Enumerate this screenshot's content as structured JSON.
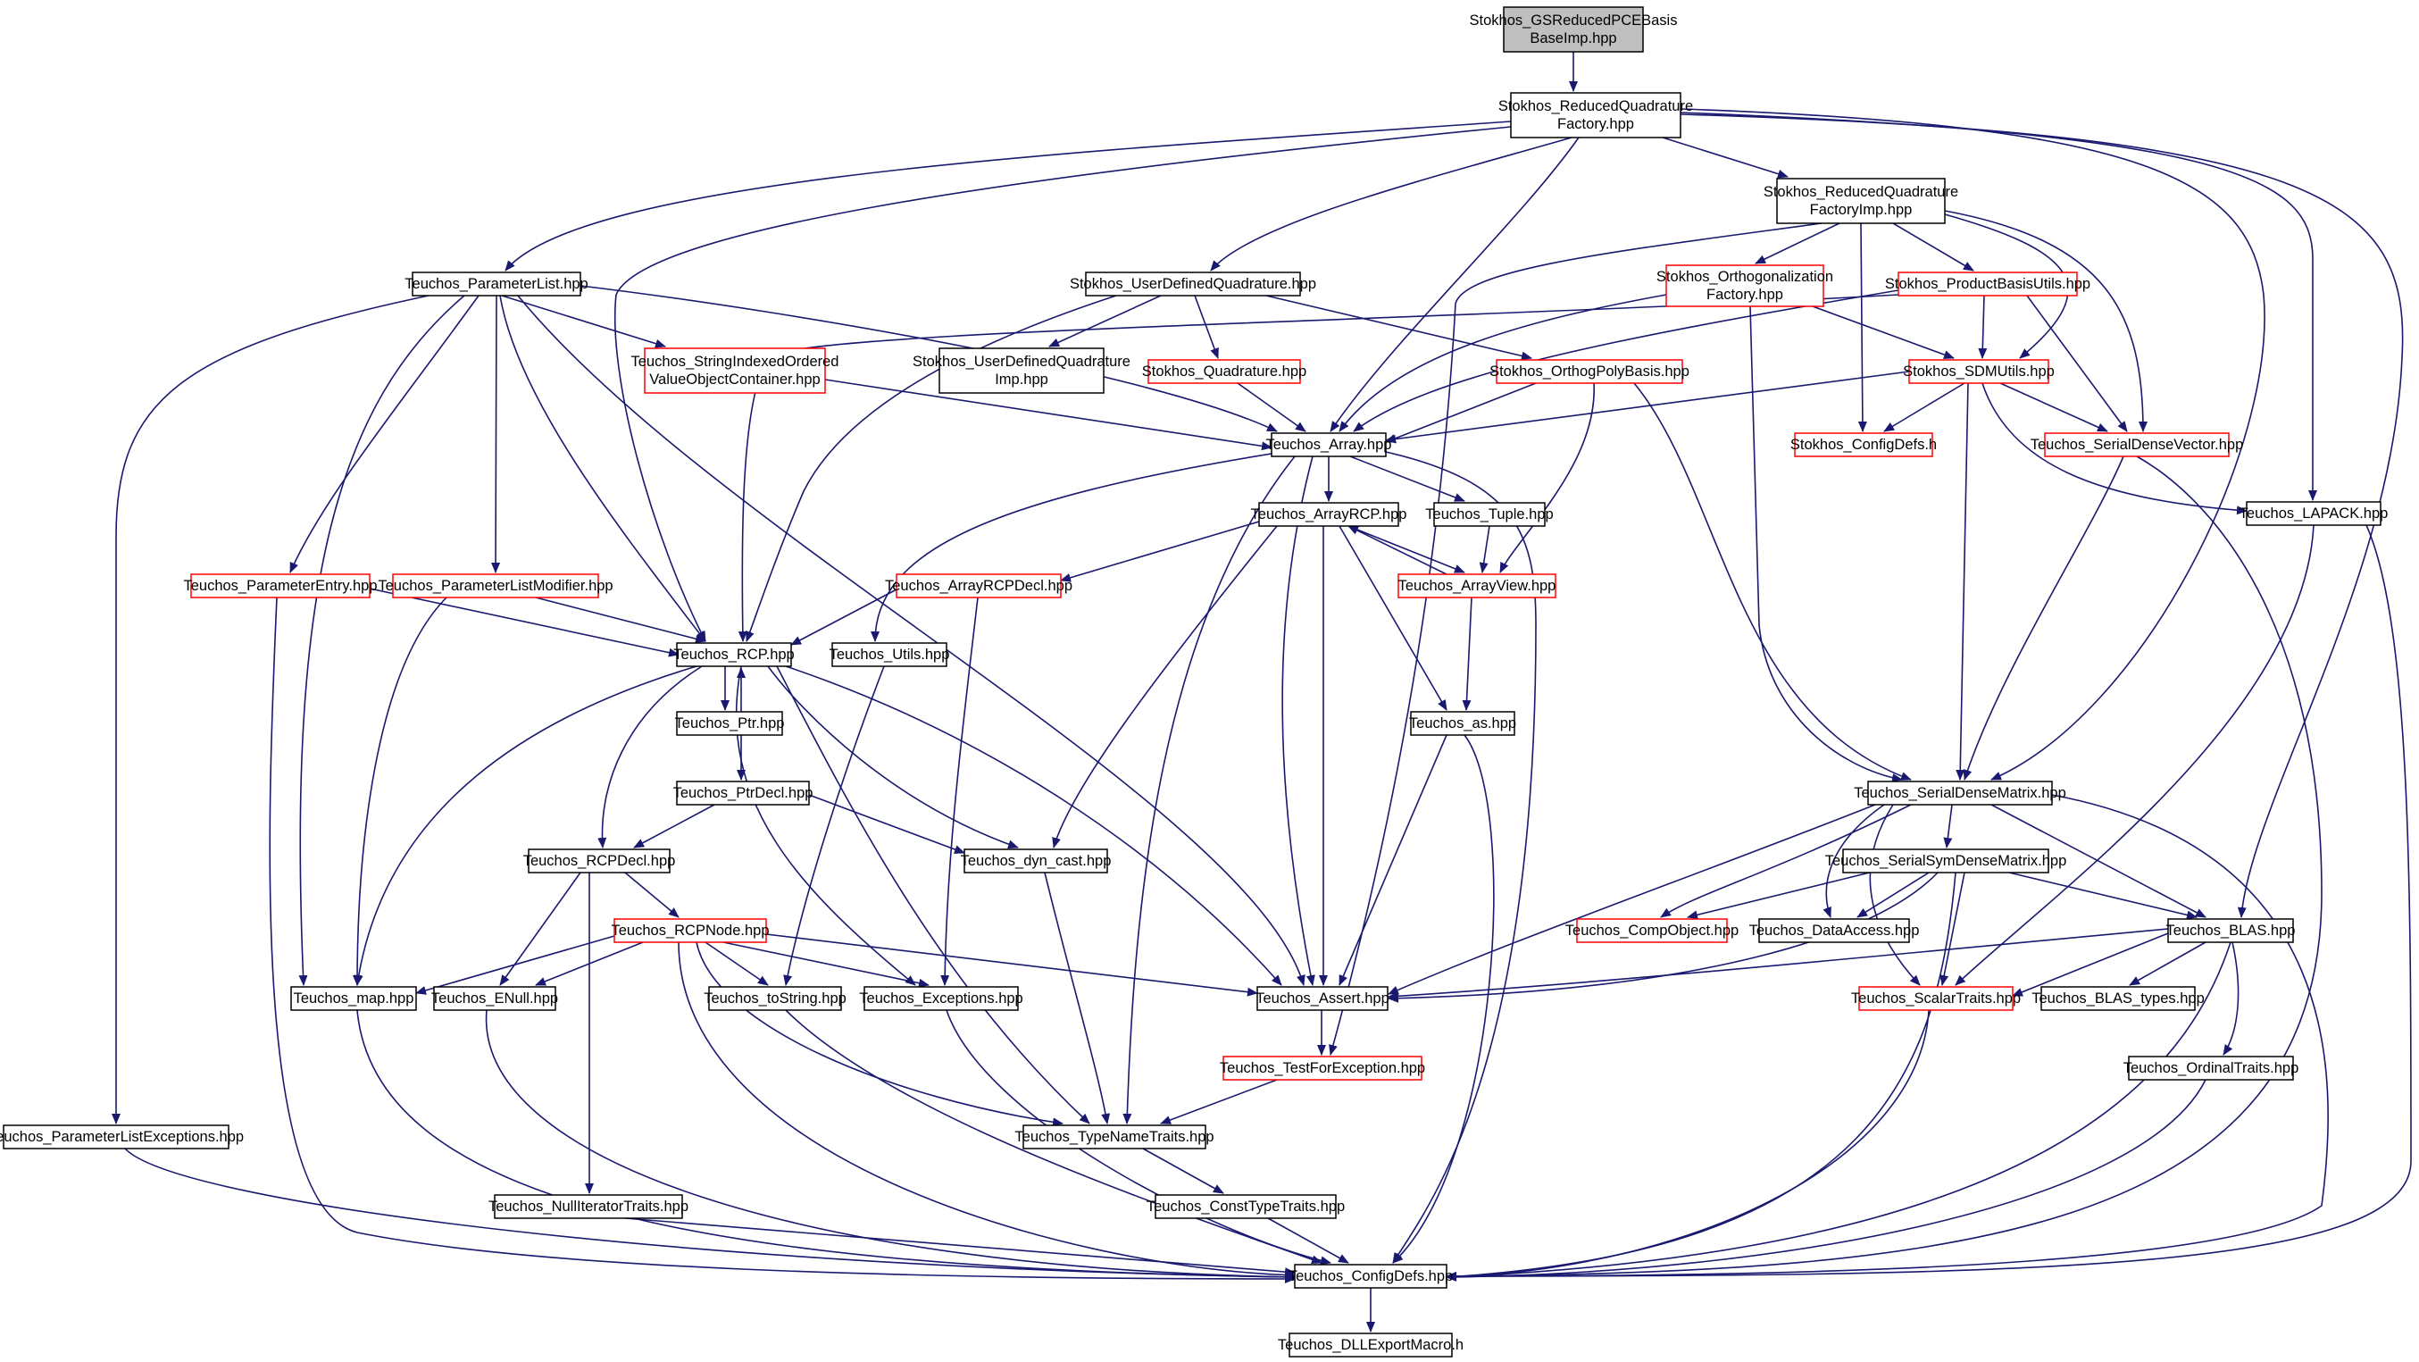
{
  "graph": {
    "colors": {
      "edge": "#191970",
      "box_border_black": "#000000",
      "box_border_red": "#ff0000",
      "root_fill": "#bfbfbf",
      "fill": "#ffffff"
    },
    "nodes": [
      {
        "id": "root",
        "lines": [
          "Stokhos_GSReducedPCEBasis",
          "BaseImp.hpp"
        ],
        "style": "root"
      },
      {
        "id": "rqf",
        "lines": [
          "Stokhos_ReducedQuadrature",
          "Factory.hpp"
        ],
        "style": "black"
      },
      {
        "id": "rqfi",
        "lines": [
          "Stokhos_ReducedQuadrature",
          "FactoryImp.hpp"
        ],
        "style": "black"
      },
      {
        "id": "pl",
        "lines": [
          "Teuchos_ParameterList.hpp"
        ],
        "style": "black"
      },
      {
        "id": "udq",
        "lines": [
          "Stokhos_UserDefinedQuadrature.hpp"
        ],
        "style": "black"
      },
      {
        "id": "orthf",
        "lines": [
          "Stokhos_Orthogonalization",
          "Factory.hpp"
        ],
        "style": "red"
      },
      {
        "id": "pbu",
        "lines": [
          "Stokhos_ProductBasisUtils.hpp"
        ],
        "style": "red"
      },
      {
        "id": "sioc",
        "lines": [
          "Teuchos_StringIndexedOrdered",
          "ValueObjectContainer.hpp"
        ],
        "style": "red"
      },
      {
        "id": "udqi",
        "lines": [
          "Stokhos_UserDefinedQuadrature",
          "Imp.hpp"
        ],
        "style": "black"
      },
      {
        "id": "quad",
        "lines": [
          "Stokhos_Quadrature.hpp"
        ],
        "style": "red"
      },
      {
        "id": "opb",
        "lines": [
          "Stokhos_OrthogPolyBasis.hpp"
        ],
        "style": "red"
      },
      {
        "id": "sdm",
        "lines": [
          "Stokhos_SDMUtils.hpp"
        ],
        "style": "red"
      },
      {
        "id": "array",
        "lines": [
          "Teuchos_Array.hpp"
        ],
        "style": "black"
      },
      {
        "id": "cfgh",
        "lines": [
          "Stokhos_ConfigDefs.h"
        ],
        "style": "red"
      },
      {
        "id": "sdv",
        "lines": [
          "Teuchos_SerialDenseVector.hpp"
        ],
        "style": "red"
      },
      {
        "id": "lapack",
        "lines": [
          "Teuchos_LAPACK.hpp"
        ],
        "style": "black"
      },
      {
        "id": "arcp",
        "lines": [
          "Teuchos_ArrayRCP.hpp"
        ],
        "style": "black"
      },
      {
        "id": "tuple",
        "lines": [
          "Teuchos_Tuple.hpp"
        ],
        "style": "black"
      },
      {
        "id": "pe",
        "lines": [
          "Teuchos_ParameterEntry.hpp"
        ],
        "style": "red"
      },
      {
        "id": "plm",
        "lines": [
          "Teuchos_ParameterListModifier.hpp"
        ],
        "style": "red"
      },
      {
        "id": "arcpd",
        "lines": [
          "Teuchos_ArrayRCPDecl.hpp"
        ],
        "style": "red"
      },
      {
        "id": "aview",
        "lines": [
          "Teuchos_ArrayView.hpp"
        ],
        "style": "red"
      },
      {
        "id": "rcp",
        "lines": [
          "Teuchos_RCP.hpp"
        ],
        "style": "black"
      },
      {
        "id": "utils",
        "lines": [
          "Teuchos_Utils.hpp"
        ],
        "style": "black"
      },
      {
        "id": "ptr",
        "lines": [
          "Teuchos_Ptr.hpp"
        ],
        "style": "black"
      },
      {
        "id": "as",
        "lines": [
          "Teuchos_as.hpp"
        ],
        "style": "black"
      },
      {
        "id": "ptrd",
        "lines": [
          "Teuchos_PtrDecl.hpp"
        ],
        "style": "black"
      },
      {
        "id": "sdmat",
        "lines": [
          "Teuchos_SerialDenseMatrix.hpp"
        ],
        "style": "black"
      },
      {
        "id": "rcpd",
        "lines": [
          "Teuchos_RCPDecl.hpp"
        ],
        "style": "black"
      },
      {
        "id": "dync",
        "lines": [
          "Teuchos_dyn_cast.hpp"
        ],
        "style": "black"
      },
      {
        "id": "ssdm",
        "lines": [
          "Teuchos_SerialSymDenseMatrix.hpp"
        ],
        "style": "black"
      },
      {
        "id": "rcpn",
        "lines": [
          "Teuchos_RCPNode.hpp"
        ],
        "style": "red"
      },
      {
        "id": "comp",
        "lines": [
          "Teuchos_CompObject.hpp"
        ],
        "style": "red"
      },
      {
        "id": "da",
        "lines": [
          "Teuchos_DataAccess.hpp"
        ],
        "style": "black"
      },
      {
        "id": "blas",
        "lines": [
          "Teuchos_BLAS.hpp"
        ],
        "style": "black"
      },
      {
        "id": "map",
        "lines": [
          "Teuchos_map.hpp"
        ],
        "style": "black"
      },
      {
        "id": "enull",
        "lines": [
          "Teuchos_ENull.hpp"
        ],
        "style": "black"
      },
      {
        "id": "tostr",
        "lines": [
          "Teuchos_toString.hpp"
        ],
        "style": "black"
      },
      {
        "id": "exc",
        "lines": [
          "Teuchos_Exceptions.hpp"
        ],
        "style": "black"
      },
      {
        "id": "assert",
        "lines": [
          "Teuchos_Assert.hpp"
        ],
        "style": "black"
      },
      {
        "id": "st",
        "lines": [
          "Teuchos_ScalarTraits.hpp"
        ],
        "style": "red"
      },
      {
        "id": "blast",
        "lines": [
          "Teuchos_BLAS_types.hpp"
        ],
        "style": "black"
      },
      {
        "id": "tfe",
        "lines": [
          "Teuchos_TestForException.hpp"
        ],
        "style": "red"
      },
      {
        "id": "ot",
        "lines": [
          "Teuchos_OrdinalTraits.hpp"
        ],
        "style": "black"
      },
      {
        "id": "ple",
        "lines": [
          "Teuchos_ParameterListExceptions.hpp"
        ],
        "style": "black"
      },
      {
        "id": "tnt",
        "lines": [
          "Teuchos_TypeNameTraits.hpp"
        ],
        "style": "black"
      },
      {
        "id": "nit",
        "lines": [
          "Teuchos_NullIteratorTraits.hpp"
        ],
        "style": "black"
      },
      {
        "id": "ctt",
        "lines": [
          "Teuchos_ConstTypeTraits.hpp"
        ],
        "style": "black"
      },
      {
        "id": "cfg",
        "lines": [
          "Teuchos_ConfigDefs.hpp"
        ],
        "style": "black"
      },
      {
        "id": "dll",
        "lines": [
          "Teuchos_DLLExportMacro.h"
        ],
        "style": "black"
      }
    ]
  }
}
